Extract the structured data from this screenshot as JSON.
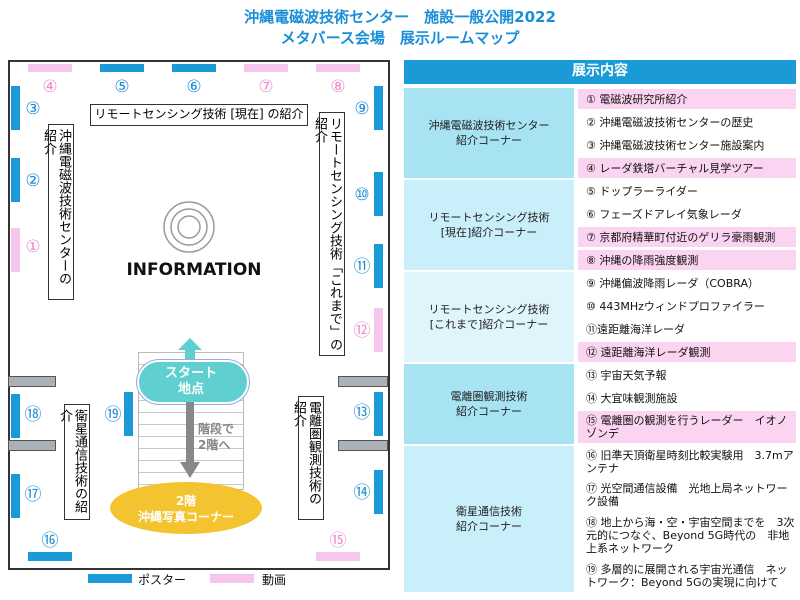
{
  "title": {
    "line1": "沖縄電磁波技術センター　施設一般公開2022",
    "line2": "メタバース会場　展示ルームマップ"
  },
  "map": {
    "spots": {
      "n1": "①",
      "n2": "②",
      "n3": "③",
      "n4": "④",
      "n5": "⑤",
      "n6": "⑥",
      "n7": "⑦",
      "n8": "⑧",
      "n9": "⑨",
      "n10": "⑩",
      "n11": "⑪",
      "n12": "⑫",
      "n13": "⑬",
      "n14": "⑭",
      "n15": "⑮",
      "n16": "⑯",
      "n17": "⑰",
      "n18": "⑱",
      "n19": "⑲"
    },
    "corner_left": "沖縄電磁波技術センターの紹介",
    "corner_top": "リモートセンシング技術 [現在] の紹介",
    "corner_right": "リモートセンシング技術「これまで」の紹介",
    "corner_bottom_left": "衛星通信技術の紹介",
    "corner_bottom_right": "電離圏観測技術の紹介",
    "information": "INFORMATION",
    "start_line1": "スタート",
    "start_line2": "地点",
    "stairs_line1": "階段で",
    "stairs_line2": "2階へ",
    "floor2_line1": "2階",
    "floor2_line2": "沖縄写真コーナー"
  },
  "legend": {
    "poster": "ポスター",
    "video": "動画"
  },
  "colors": {
    "accent": "#1a9ad6",
    "poster": "#1a9ad6",
    "video": "#f6c6ee",
    "start": "#5fcfcf",
    "floor2": "#f4c430"
  },
  "table": {
    "header": "展示内容",
    "groups": [
      {
        "line1": "沖縄電磁波技術センター",
        "line2": "紹介コーナー",
        "items": [
          {
            "text": "① 電磁波研究所紹介",
            "type": "video"
          },
          {
            "text": "② 沖縄電磁波技術センターの歴史",
            "type": "poster"
          },
          {
            "text": "③ 沖縄電磁波技術センター施設案内",
            "type": "poster"
          },
          {
            "text": "④ レーダ鉄塔バーチャル見学ツアー",
            "type": "video"
          }
        ]
      },
      {
        "line1": "リモートセンシング技術",
        "line2": "[現在]紹介コーナー",
        "items": [
          {
            "text": "⑤ ドップラーライダー",
            "type": "poster"
          },
          {
            "text": "⑥ フェーズドアレイ気象レーダ",
            "type": "poster"
          },
          {
            "text": "⑦ 京都府精華町付近のゲリラ豪雨観測",
            "type": "video"
          },
          {
            "text": "⑧ 沖縄の降雨強度観測",
            "type": "video"
          }
        ]
      },
      {
        "line1": "リモートセンシング技術",
        "line2": "[これまで]紹介コーナー",
        "items": [
          {
            "text": "⑨ 沖縄偏波降雨レーダ（COBRA）",
            "type": "poster"
          },
          {
            "text": "⑩ 443MHzウィンドプロファイラー",
            "type": "poster"
          },
          {
            "text": "⑪遠距離海洋レーダ",
            "type": "poster"
          },
          {
            "text": "⑫ 遠距離海洋レーダ観測",
            "type": "video"
          }
        ]
      },
      {
        "line1": "電離圏観測技術",
        "line2": "紹介コーナー",
        "items": [
          {
            "text": "⑬ 宇宙天気予報",
            "type": "poster"
          },
          {
            "text": "⑭ 大宜味観測施設",
            "type": "poster"
          },
          {
            "text": "⑮ 電離圏の観測を行うレーダー　イオノゾンデ",
            "type": "video"
          }
        ]
      },
      {
        "line1": "衛星通信技術",
        "line2": "紹介コーナー",
        "items": [
          {
            "text": "⑯ 旧準天頂衛星時刻比較実験用　3.7mアンテナ",
            "type": "poster"
          },
          {
            "text": "⑰ 光空間通信設備　光地上局ネットワーク設備",
            "type": "poster"
          },
          {
            "text": "⑱ 地上から海・空・宇宙空間までを　3次元的につなぐ、Beyond 5G時代の　非地上系ネットワーク",
            "type": "poster"
          },
          {
            "text": "⑲ 多層的に展開される宇宙光通信　ネットワーク：Beyond 5Gの実現に向けて",
            "type": "poster"
          }
        ]
      }
    ]
  }
}
